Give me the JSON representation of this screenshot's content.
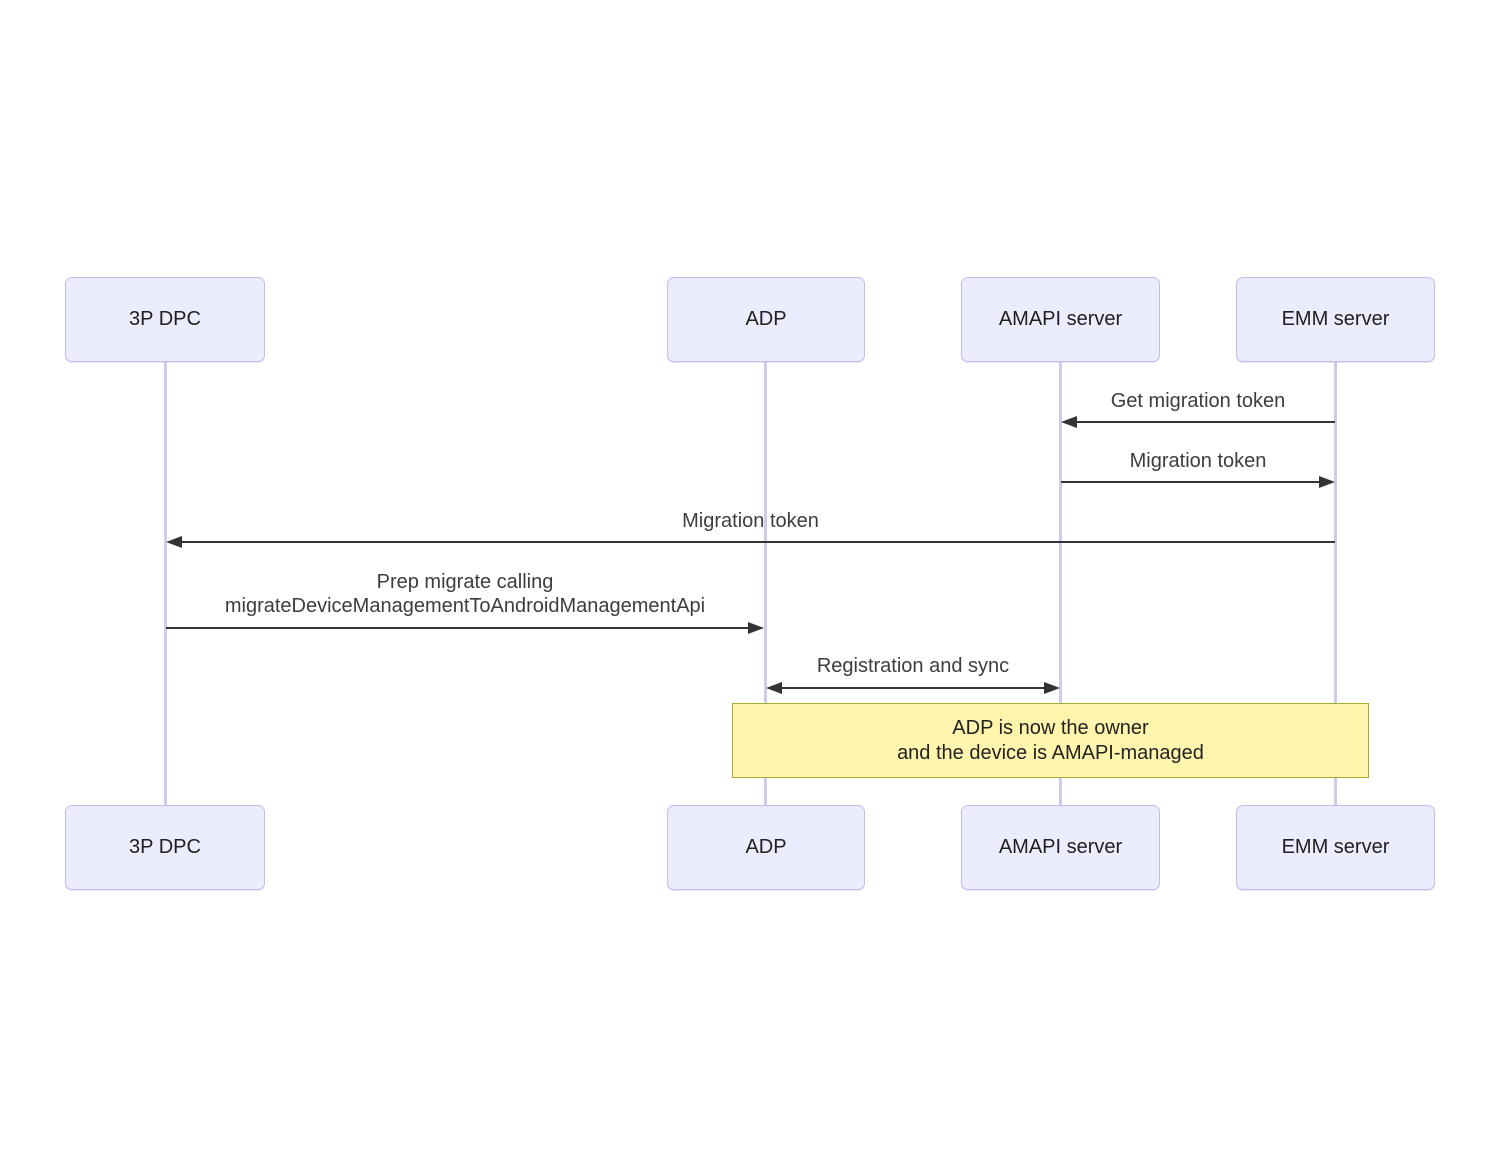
{
  "diagram": {
    "type": "sequence",
    "background": "#ffffff",
    "palette": {
      "actor_fill": "#ECECFF",
      "actor_border": "#C4BBEE",
      "lifeline_color": "#D3C9EC",
      "arrow_color": "#333333",
      "message_text_color": "#3D3D3D",
      "actor_text_color": "#1F1F1F",
      "note_fill": "#FFF5AD",
      "note_border": "#AAAA33"
    },
    "actors": [
      {
        "label": "3P DPC"
      },
      {
        "label": "ADP"
      },
      {
        "label": "AMAPI server"
      },
      {
        "label": "EMM server"
      }
    ],
    "messages": [
      {
        "label": "Get migration token",
        "from": "EMM server",
        "to": "AMAPI server",
        "direction": "left"
      },
      {
        "label": "Migration token",
        "from": "AMAPI server",
        "to": "EMM server",
        "direction": "right"
      },
      {
        "label": "Migration token",
        "from": "EMM server",
        "to": "3P DPC",
        "direction": "left"
      },
      {
        "label": "Prep migrate calling\nmigrateDeviceManagementToAndroidManagementApi",
        "from": "3P DPC",
        "to": "ADP",
        "direction": "right"
      },
      {
        "label": "Registration and sync",
        "from": "ADP",
        "to": "AMAPI server",
        "direction": "both"
      }
    ],
    "note": {
      "text": "ADP is now the owner\nand the device is AMAPI-managed",
      "spans": "ADP to EMM server"
    }
  }
}
